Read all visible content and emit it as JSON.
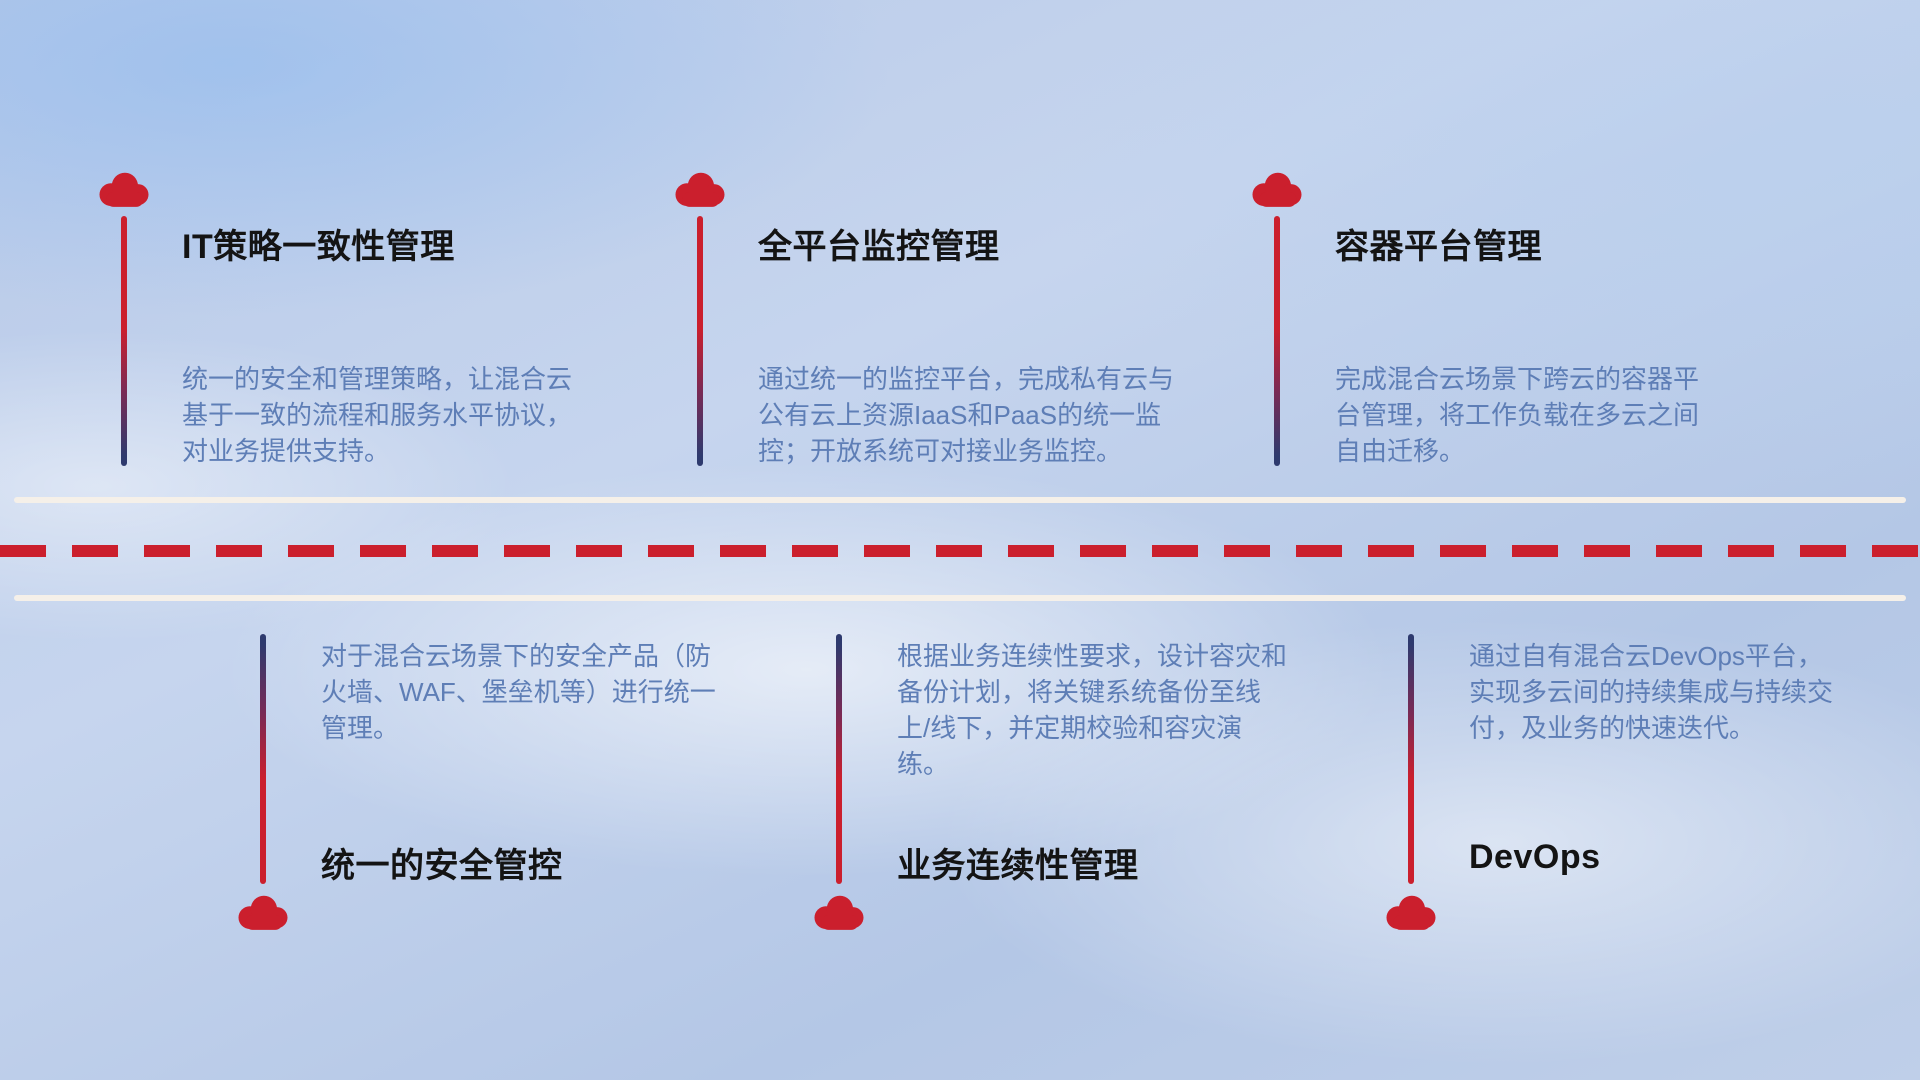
{
  "top_items": [
    {
      "title": "IT策略一致性管理",
      "description": "统一的安全和管理策略，让混合云基于一致的流程和服务水平协议，对业务提供支持。"
    },
    {
      "title": "全平台监控管理",
      "description": "通过统一的监控平台，完成私有云与公有云上资源IaaS和PaaS的统一监控；开放系统可对接业务监控。"
    },
    {
      "title": "容器平台管理",
      "description": "完成混合云场景下跨云的容器平台管理，将工作负载在多云之间自由迁移。"
    }
  ],
  "bottom_items": [
    {
      "title": "统一的安全管控",
      "description": "对于混合云场景下的安全产品（防火墙、WAF、堡垒机等）进行统一管理。"
    },
    {
      "title": "业务连续性管理",
      "description": "根据业务连续性要求，设计容灾和备份计划，将关键系统备份至线上/线下，并定期校验和容灾演练。"
    },
    {
      "title": "DevOps",
      "description": "通过自有混合云DevOps平台，实现多云间的持续集成与持续交付，及业务的快速迭代。"
    }
  ],
  "icons": {
    "cloud": "☁"
  },
  "colors": {
    "accent_red": "#cb1f2d",
    "line_navy": "#2e3a6e",
    "text_title": "#141414",
    "text_desc": "#5e7eb6",
    "road_white": "#f5f0e9"
  }
}
